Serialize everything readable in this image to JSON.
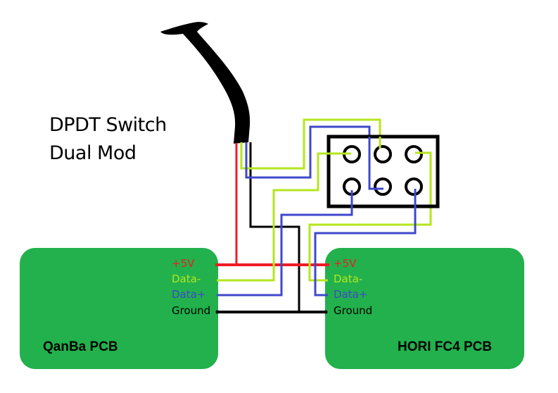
{
  "title": {
    "line1": "DPDT Switch",
    "line2": "Dual Mod"
  },
  "colors": {
    "pcb": "#22b14c",
    "vcc": "#ed1c24",
    "data_minus": "#b5e61d",
    "data_plus": "#3f48cc",
    "ground": "#000000"
  },
  "left_pcb": {
    "name": "QanBa PCB",
    "pins": [
      "+5V",
      "Data-",
      "Data+",
      "Ground"
    ]
  },
  "right_pcb": {
    "name": "HORI FC4 PCB",
    "pins": [
      "+5V",
      "Data-",
      "Data+",
      "Ground"
    ]
  },
  "switch": {
    "type": "DPDT",
    "terminals": 6
  },
  "cable": {
    "wires": [
      "+5V",
      "Data-",
      "Data+",
      "Ground"
    ]
  }
}
